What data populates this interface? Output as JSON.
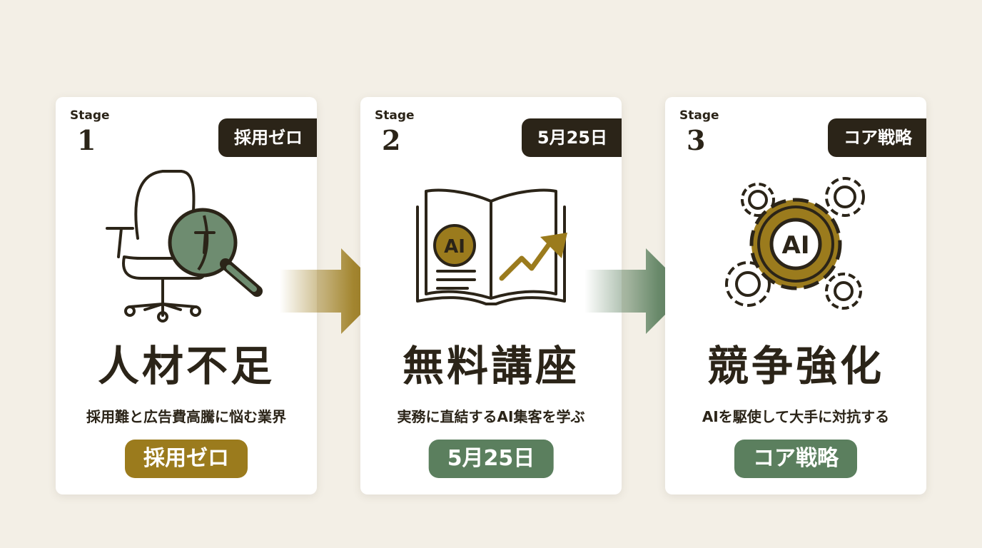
{
  "colors": {
    "dark": "#2b2418",
    "gold": "#9b7b1d",
    "green": "#5b7f5e",
    "background": "#f3efe6"
  },
  "stages": [
    {
      "label": "Stage",
      "number": "1",
      "tag": "採用ゼロ",
      "title": "人材不足",
      "description": "採用難と広告費高騰に悩む業界",
      "pill": "採用ゼロ",
      "pill_color": "#9b7b1d",
      "icon": "office-chair-magnifier-icon"
    },
    {
      "label": "Stage",
      "number": "2",
      "tag": "5月25日",
      "title": "無料講座",
      "description": "実務に直結するAI集客を学ぶ",
      "pill": "5月25日",
      "pill_color": "#5b7f5e",
      "icon": "ai-book-growth-icon",
      "icon_text": "AI"
    },
    {
      "label": "Stage",
      "number": "3",
      "tag": "コア戦略",
      "title": "競争強化",
      "description": "AIを駆使して大手に対抗する",
      "pill": "コア戦略",
      "pill_color": "#5b7f5e",
      "icon": "ai-gears-icon",
      "icon_text": "AI"
    }
  ],
  "arrows": [
    {
      "icon": "arrow-right-icon",
      "color": "#9b7b1d"
    },
    {
      "icon": "arrow-right-icon",
      "color": "#5b7f5e"
    }
  ]
}
